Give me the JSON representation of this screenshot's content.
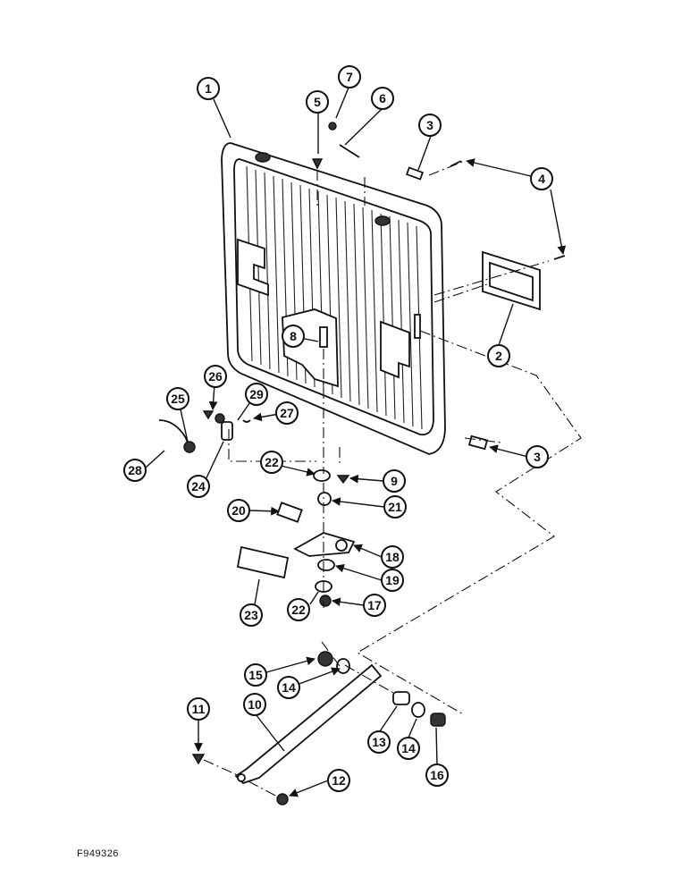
{
  "figure_id": "F949326",
  "callouts": [
    "1",
    "2",
    "3",
    "3",
    "4",
    "5",
    "6",
    "7",
    "8",
    "9",
    "10",
    "11",
    "12",
    "13",
    "14",
    "14",
    "15",
    "16",
    "17",
    "18",
    "19",
    "20",
    "21",
    "22",
    "22",
    "23",
    "24",
    "25",
    "26",
    "27",
    "28",
    "29"
  ],
  "colors": {
    "ink": "#111111",
    "paper": "#ffffff"
  }
}
